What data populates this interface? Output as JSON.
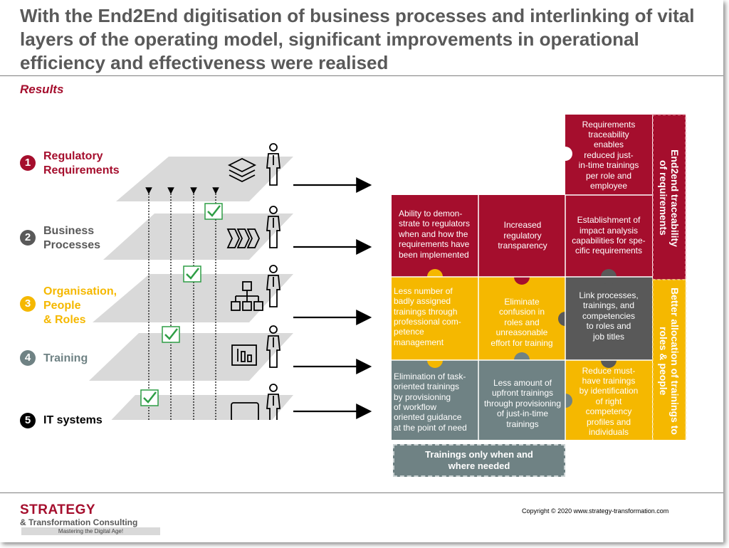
{
  "title": "With the End2End digitisation of business processes and interlinking of vital layers of the operating model, significant improvements in operational efficiency and effectiveness were realised",
  "subtitle": "Results",
  "layers": [
    {
      "num": "1",
      "label": "Regulatory\nRequirements",
      "color": "#a50e2d",
      "icon": "layers-stack-icon"
    },
    {
      "num": "2",
      "label": "Business\nProcesses",
      "color": "#595959",
      "icon": "process-chevrons-icon"
    },
    {
      "num": "3",
      "label": "Organisation,\nPeople\n& Roles",
      "color": "#f5b800",
      "icon": "org-chart-icon"
    },
    {
      "num": "4",
      "label": "Training",
      "color": "#6f8284",
      "icon": "presentation-board-icon"
    },
    {
      "num": "5",
      "label": "IT systems",
      "color": "#000000",
      "icon": "monitor-icon"
    }
  ],
  "puzzle": {
    "row1": [
      "Requirements\ntraceability\nenables\nreduced just-\nin-time trainings\nper role and\nemployee"
    ],
    "row2": [
      "Ability to demon-\nstrate to regulators\nwhen and how the\nrequirements have\nbeen implemented",
      "Increased\nregulatory\ntransparency",
      "Establishment of\nimpact analysis\ncapabilities for spe-\ncific requirements"
    ],
    "row3": [
      "Less number of\nbadly assigned\ntrainings through\nprofessional com-\npetence\nmanagement",
      "Eliminate\nconfusion in\nroles and\nunreasonable\neffort for training",
      "Link processes,\ntrainings, and\ncompetencies\nto roles and\njob titles"
    ],
    "row4": [
      "Elimination of task-\noriented trainings\nby provisioning\nof workflow\noriented guidance\nat the point of need",
      "Less amount of\nupfront trainings\nthrough provisioning\nof just-in-time\ntrainings",
      "Reduce must-\nhave trainings\nby identification\nof right\ncompetency\nprofiles and\nindividuals"
    ]
  },
  "side_labels": {
    "traceability": "End2end traceability\nof requirements",
    "allocation": "Better allocation of trainings to\nroles & people"
  },
  "banner": "Trainings only when and\nwhere needed",
  "colors": {
    "red": "#a50e2d",
    "yellow": "#f5b800",
    "grey": "#6f8284",
    "dark": "#595959",
    "check": "#2e9e45"
  },
  "footer": {
    "logo_main": "STRATEGY",
    "logo_sub": "& Transformation Consulting",
    "tagline": "Mastering the Digital Age!",
    "copyright": "Copyright © 2020 www.strategy-transformation.com"
  }
}
